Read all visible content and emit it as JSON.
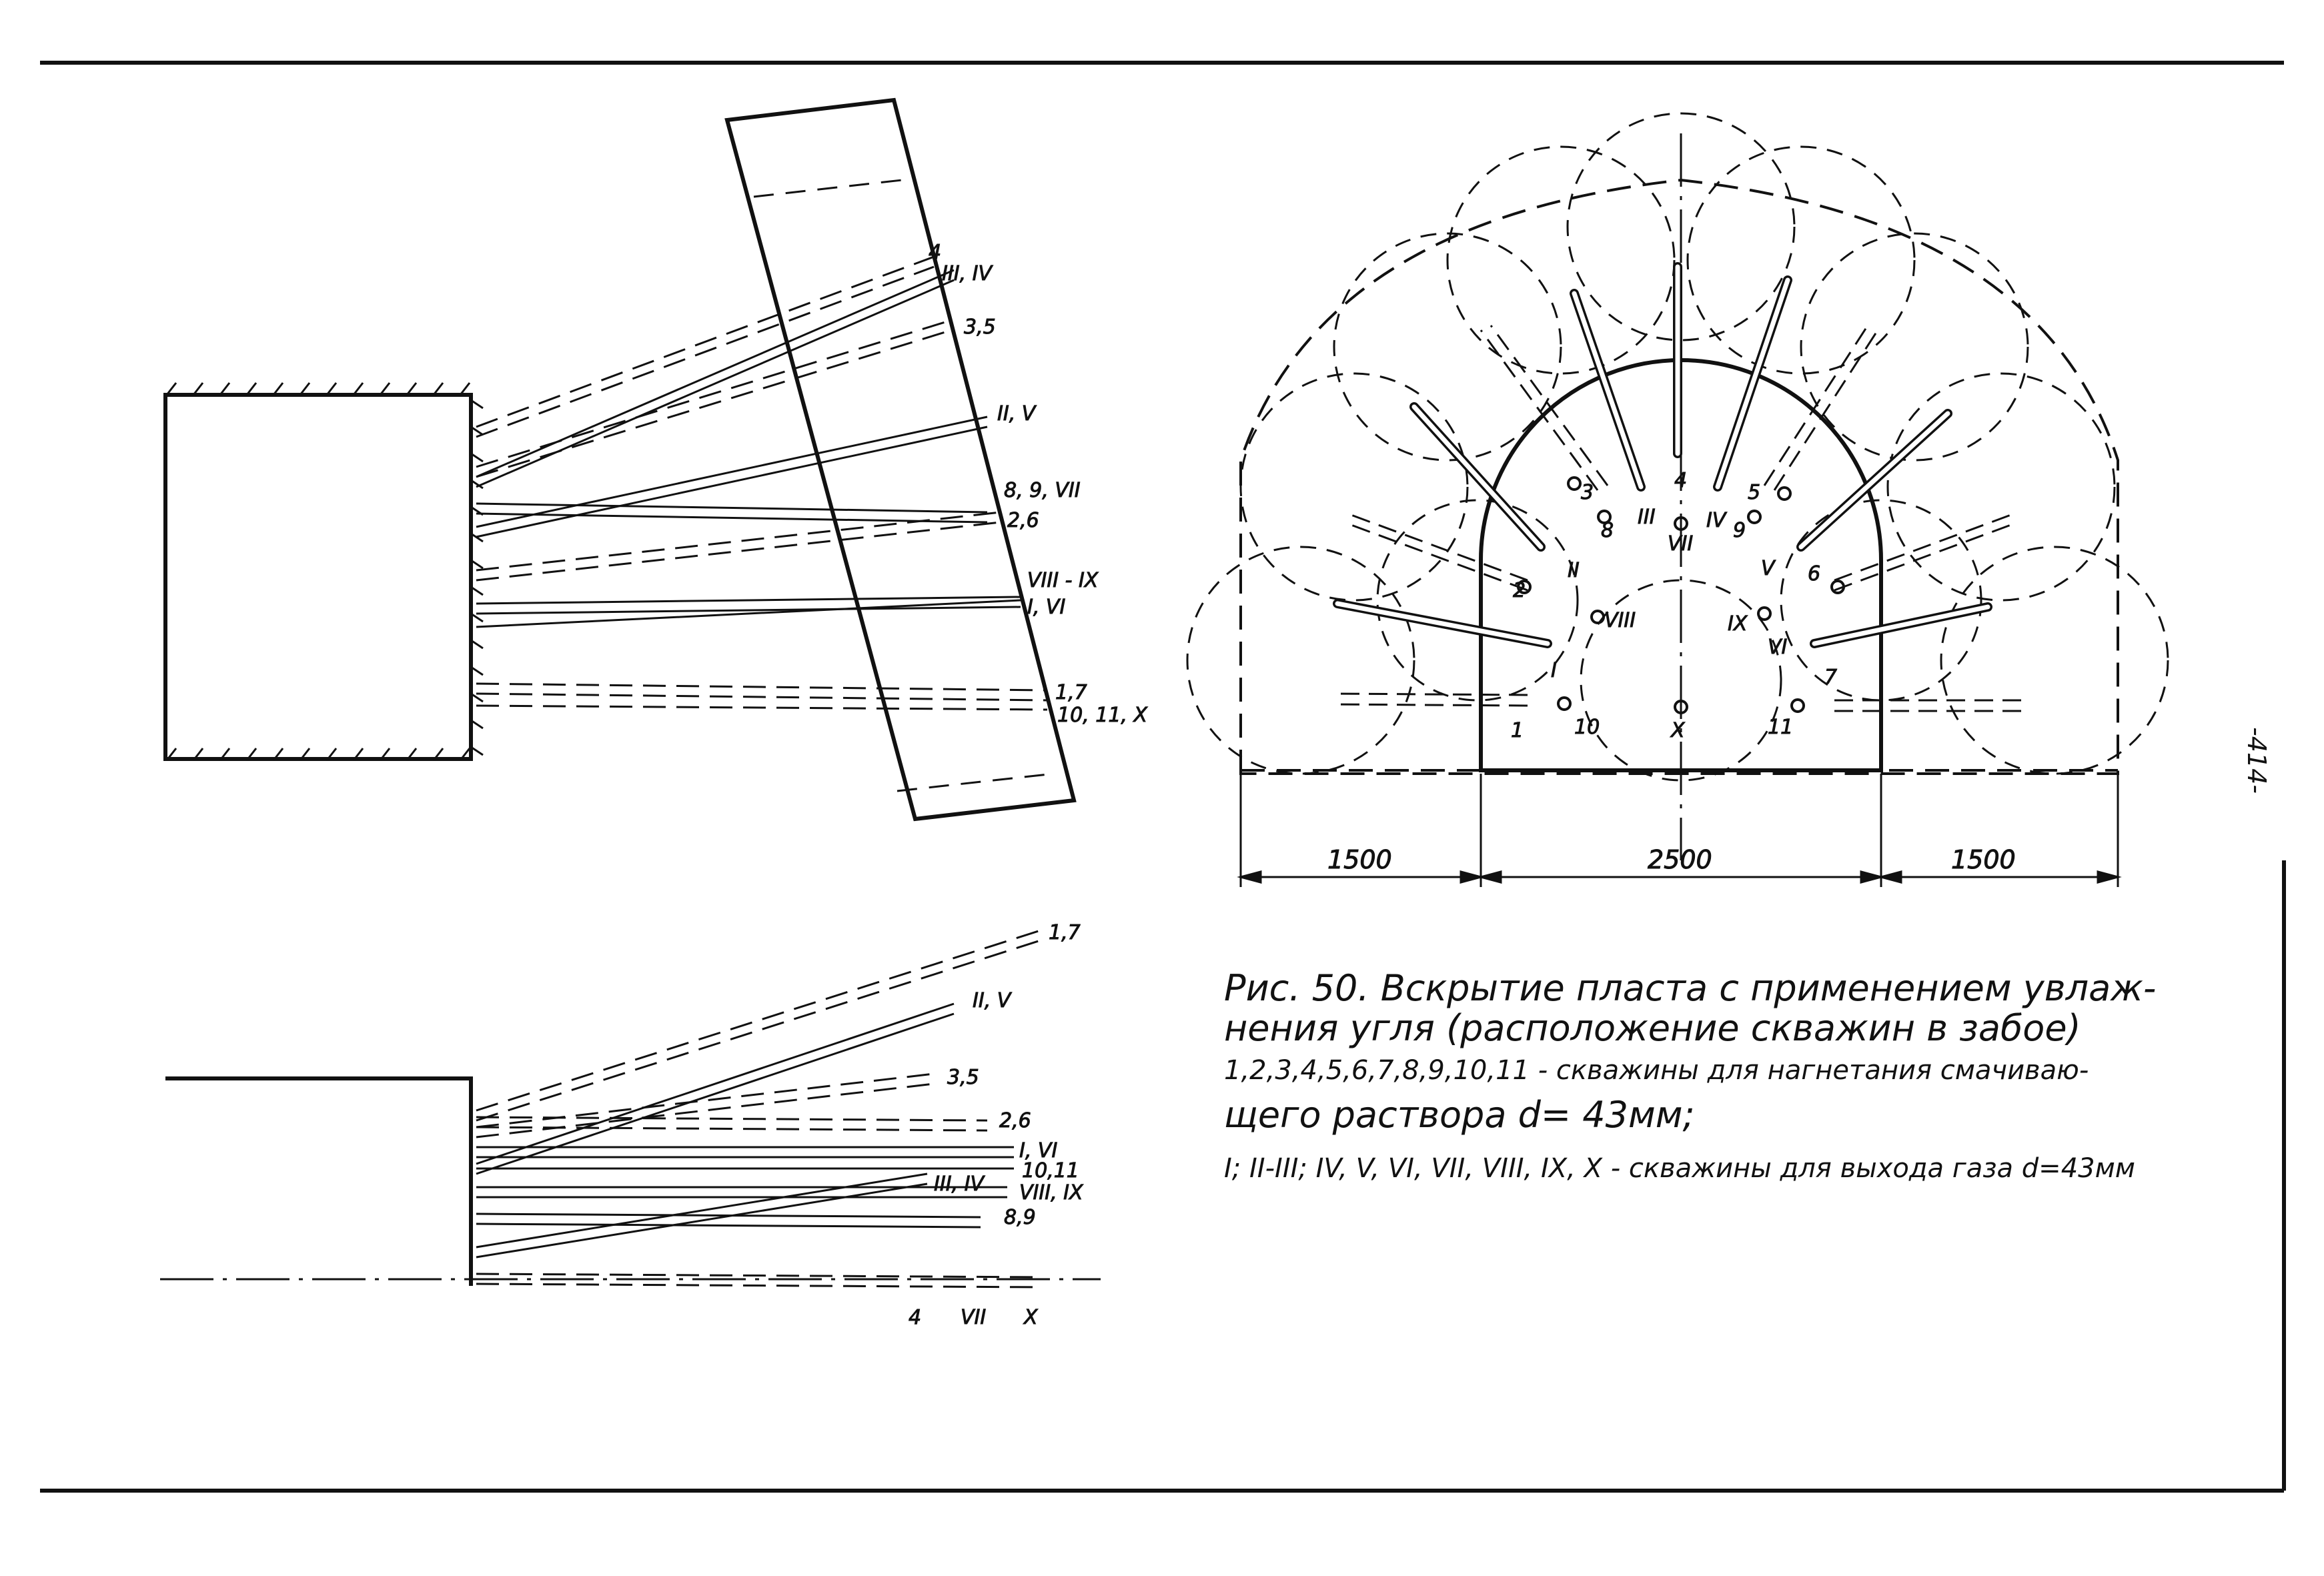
{
  "page_number": "-414-",
  "caption": {
    "line1": "Рис. 50.  Вскрытие  пласта  с применением увлаж-",
    "line2": "нения  угля (расположение скважин в забое)",
    "line3": "1,2,3,4,5,6,7,8,9,10,11 - скважины для нагнетания смачиваю-",
    "line4": "щего раствора  d= 43мм;",
    "line5": "I; II-III; IV, V, VI, VII, VIII, IX, X - скважины для выхода газа d=43мм"
  },
  "plan_labels": {
    "a": "4",
    "b": "III, IV",
    "c": "3,5",
    "d": "II, V",
    "e": "8, 9, VII",
    "f": "2,6",
    "g": "VIII - IX",
    "h": "I, VI",
    "i": "1,7",
    "j": "10, 11, X"
  },
  "section_labels": {
    "a": "1,7",
    "b": "II, V",
    "c": "3,5",
    "d": "2,6",
    "e": "I, VI",
    "f": "10,11",
    "g": "VIII, IX",
    "h": "8,9",
    "i": "III, IV",
    "j": "4",
    "k": "VII",
    "l": "X"
  },
  "face_labels": {
    "h1": "1",
    "h2": "2",
    "h3": "3",
    "h4": "4",
    "h5": "5",
    "h6": "6",
    "h7": "7",
    "h8": "8",
    "h9": "9",
    "h10": "10",
    "h11": "11",
    "g1": "I",
    "g2": "II",
    "g3": "III",
    "g4": "IV",
    "g5": "V",
    "g6": "VI",
    "g7": "VII",
    "g8": "VIII",
    "g9": "IX",
    "g10": "X"
  },
  "dimensions": {
    "left": "1500",
    "center": "2500",
    "right": "1500"
  }
}
